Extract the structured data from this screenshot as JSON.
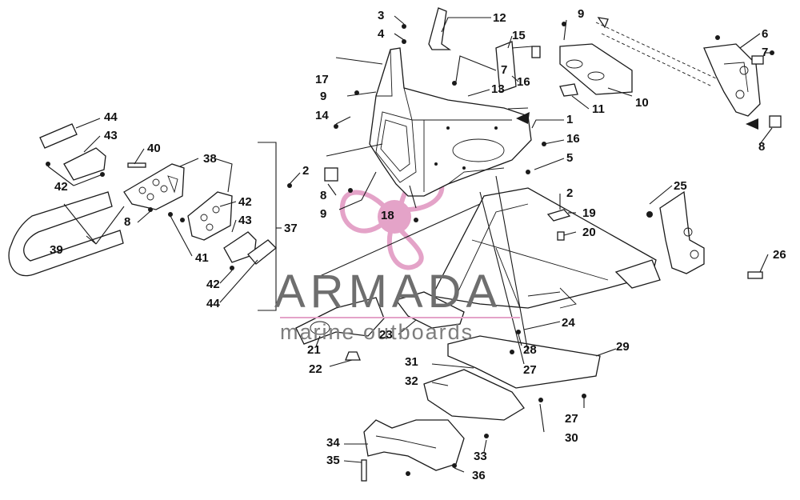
{
  "watermark": {
    "brand": "ARMADA",
    "tagline": "marine outboards",
    "colors": {
      "text": "#6e6e6e",
      "logo": "#d98cb8",
      "underline": "#e4a3c8"
    }
  },
  "callouts": {
    "c1": "1",
    "c2a": "2",
    "c2b": "2",
    "c3": "3",
    "c4": "4",
    "c5": "5",
    "c6": "6",
    "c7a": "7",
    "c7b": "7",
    "c8a": "8",
    "c8b": "8",
    "c8c": "8",
    "c9a": "9",
    "c9b": "9",
    "c9c": "9",
    "c10": "10",
    "c11": "11",
    "c12": "12",
    "c13": "13",
    "c14": "14",
    "c15": "15",
    "c16a": "16",
    "c16b": "16",
    "c17": "17",
    "c18": "18",
    "c19": "19",
    "c20": "20",
    "c21": "21",
    "c22": "22",
    "c23": "23",
    "c24": "24",
    "c25": "25",
    "c26": "26",
    "c27a": "27",
    "c27b": "27",
    "c28": "28",
    "c29": "29",
    "c30": "30",
    "c31": "31",
    "c32": "32",
    "c33": "33",
    "c34": "34",
    "c35": "35",
    "c36": "36",
    "c37": "37",
    "c38": "38",
    "c39": "39",
    "c40": "40",
    "c41": "41",
    "c42a": "42",
    "c42b": "42",
    "c42c": "42",
    "c43a": "43",
    "c43b": "43",
    "c44a": "44",
    "c44b": "44"
  }
}
